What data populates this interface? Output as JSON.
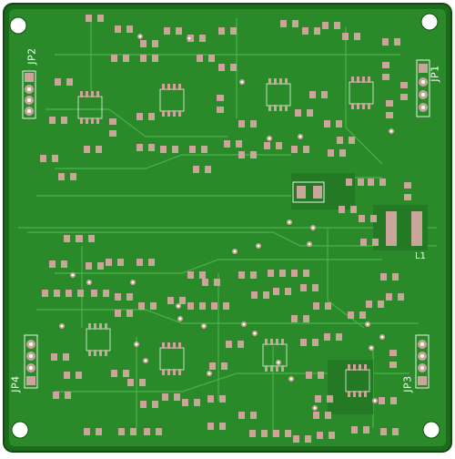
{
  "board": {
    "connectors": [
      {
        "id": "JP1",
        "label": "JP1"
      },
      {
        "id": "JP2",
        "label": "JP2"
      },
      {
        "id": "JP3",
        "label": "JP3"
      },
      {
        "id": "JP4",
        "label": "JP4"
      }
    ],
    "inductor_label": "L1",
    "colors": {
      "substrate": "#1f6e1f",
      "copper": "#2d8a2d",
      "trace": "#3aa23a",
      "pad": "#c9a59a",
      "silk": "#e8f5e8",
      "hole": "#ffffff"
    }
  }
}
